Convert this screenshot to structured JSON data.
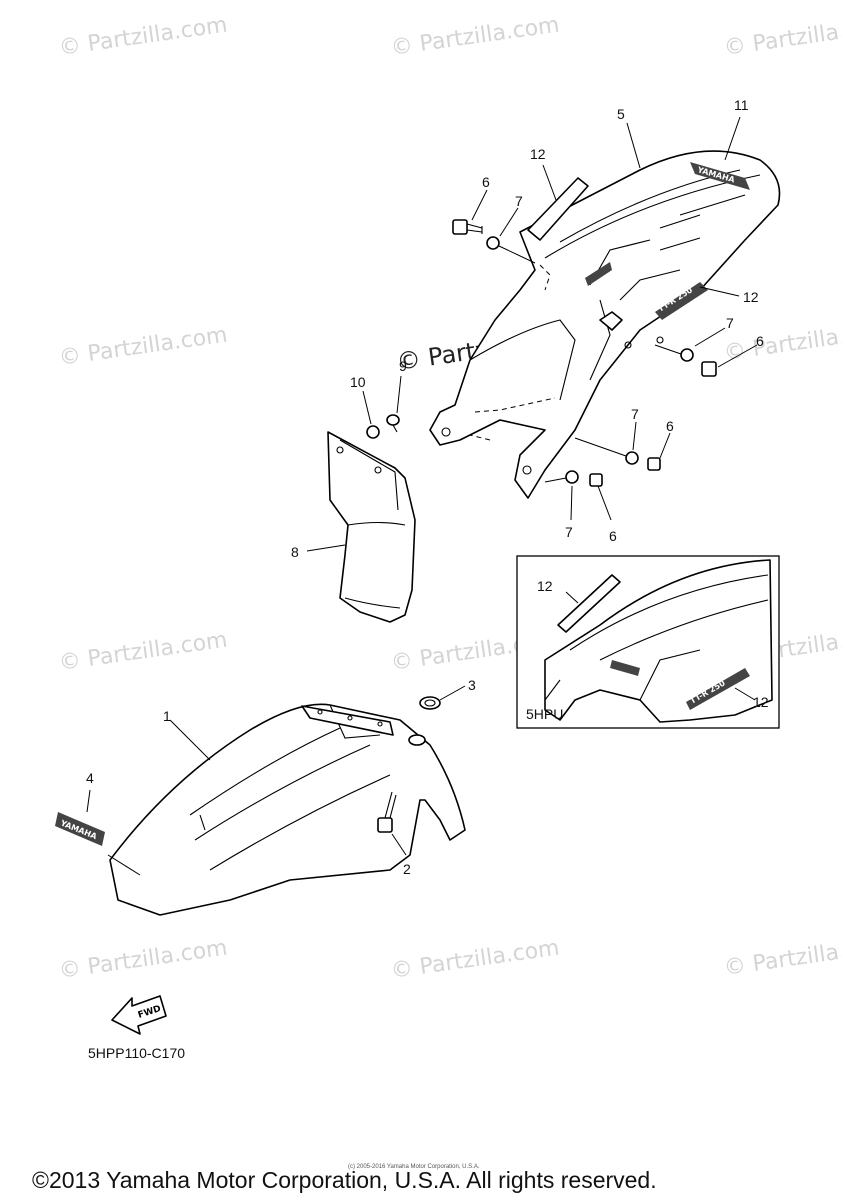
{
  "watermark": {
    "text": "© Partzilla.com",
    "center_text": "© Partzilla.com"
  },
  "callouts": {
    "c1": "1",
    "c2": "2",
    "c3": "3",
    "c4": "4",
    "c5": "5",
    "c6a": "6",
    "c6b": "6",
    "c6c": "6",
    "c6d": "6",
    "c7a": "7",
    "c7b": "7",
    "c7c": "7",
    "c7d": "7",
    "c8": "8",
    "c9": "9",
    "c10": "10",
    "c11": "11",
    "c12a": "12",
    "c12b": "12",
    "c12c": "12",
    "c12d": "12"
  },
  "inset": {
    "label": "5HPU"
  },
  "decals": {
    "brand": "YAMAHA",
    "model": "TT-R 250",
    "fwd": "FWD"
  },
  "diagram_code": "5HPP110-C170",
  "small_print": "(c) 2005-2016 Yamaha Motor Corporation, U.S.A.",
  "copyright": "©2013 Yamaha Motor Corporation, U.S.A. All rights reserved."
}
